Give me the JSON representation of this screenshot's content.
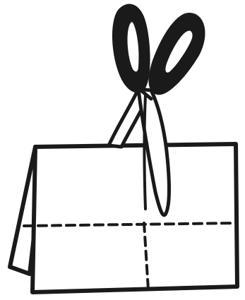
{
  "illustration": {
    "subject": "scissors-cutting-folded-paper",
    "icons": [
      "scissors-icon",
      "folded-paper-icon"
    ],
    "colors": {
      "background": "#ffffff",
      "ink": "#1a1a1a",
      "paper": "#ffffff"
    },
    "line_styles": {
      "outline": "solid",
      "fold_lines": "dashed"
    }
  }
}
